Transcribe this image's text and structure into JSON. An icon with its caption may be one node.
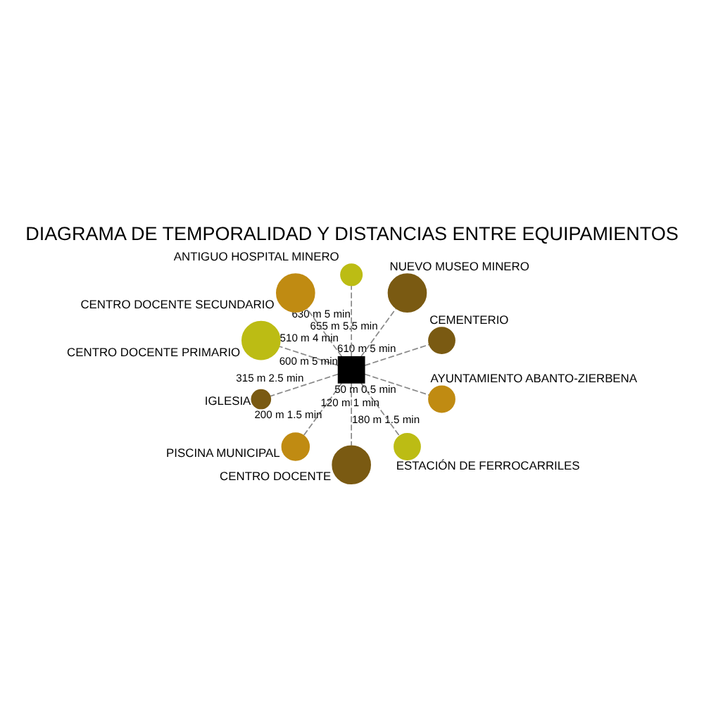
{
  "diagram": {
    "title": "DIAGRAMA DE TEMPORALIDAD Y DISTANCIAS ENTRE EQUIPAMIENTOS",
    "nodes": [
      {
        "text": [],
        "shape": "box"
      },
      {
        "text": [
          "CEMENTERIO"
        ]
      },
      {
        "text": [
          "NUEVO MUSEO MINERO"
        ]
      },
      {
        "text": [
          "ANTIGUO HOSPITAL MINERO"
        ]
      },
      {
        "text": [
          "CENTRO DOCENTE SECUNDARIO"
        ]
      },
      {
        "text": [
          "CENTRO DOCENTE PRIMARIO"
        ]
      },
      {
        "text": [
          "IGLESIA"
        ]
      },
      {
        "text": [
          "PISCINA MUNICIPAL"
        ]
      },
      {
        "text": [
          "CENTRO DOCENTE"
        ]
      },
      {
        "text": [
          "ESTACIÓN DE FERROCARRILES"
        ]
      },
      {
        "text": [
          "AYUNTAMIENTO ABANTO-ZIERBENA"
        ]
      }
    ],
    "edges": [
      {
        "from": 0,
        "to": 1,
        "arrow": "none",
        "label": "610 m 5 min",
        "style": "dashed"
      },
      {
        "from": 0,
        "to": 2,
        "arrow": "none",
        "label": "655 m 5.5 min",
        "style": "dashed"
      },
      {
        "from": 0,
        "to": 3,
        "arrow": "none",
        "label": "630 m 5 min",
        "style": "dashed"
      },
      {
        "from": 0,
        "to": 4,
        "arrow": "none",
        "label": "510 m 4 min",
        "style": "dashed"
      },
      {
        "from": 0,
        "to": 5,
        "arrow": "none",
        "label": "600 m 5 min",
        "style": "dashed"
      },
      {
        "from": 0,
        "to": 6,
        "arrow": "none",
        "label": "315 m 2.5 min",
        "style": "dashed"
      },
      {
        "from": 0,
        "to": 7,
        "arrow": "none",
        "label": "200 m 1.5 min",
        "style": "dashed"
      },
      {
        "from": 0,
        "to": 8,
        "arrow": "none",
        "label": "180 m 1.5 min",
        "style": "dashed"
      },
      {
        "from": 0,
        "to": 9,
        "arrow": "none",
        "label": "120 m 1 min",
        "style": "dashed"
      },
      {
        "from": 0,
        "to": 10,
        "arrow": "none",
        "label": "50 m 0.5 min",
        "style": "dashed"
      }
    ]
  }
}
